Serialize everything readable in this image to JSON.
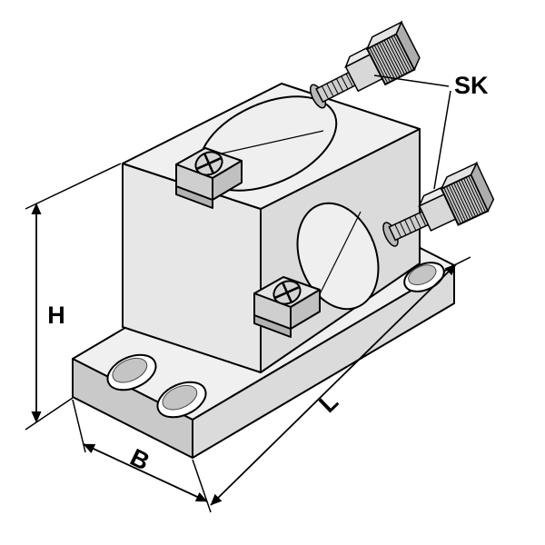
{
  "diagram": {
    "labels": {
      "dim_height": "H",
      "dim_width": "B",
      "dim_length": "L",
      "screw_callout": "SK"
    },
    "colors": {
      "background": "#ffffff",
      "outline": "#000000",
      "face_top": "#f0f0f0",
      "face_left": "#e7e7e7",
      "face_right": "#dbdbdb",
      "face_front_dark": "#c9c9c9",
      "bore_fill": "#efefef",
      "hole_wall": "#c4c4c4",
      "clamp_top": "#e4e4e4",
      "clamp_left": "#cfcfcf",
      "clamp_right": "#c0c0c0",
      "shadow": "#b2b2b2",
      "screw_head": "#d4d4d4"
    }
  }
}
